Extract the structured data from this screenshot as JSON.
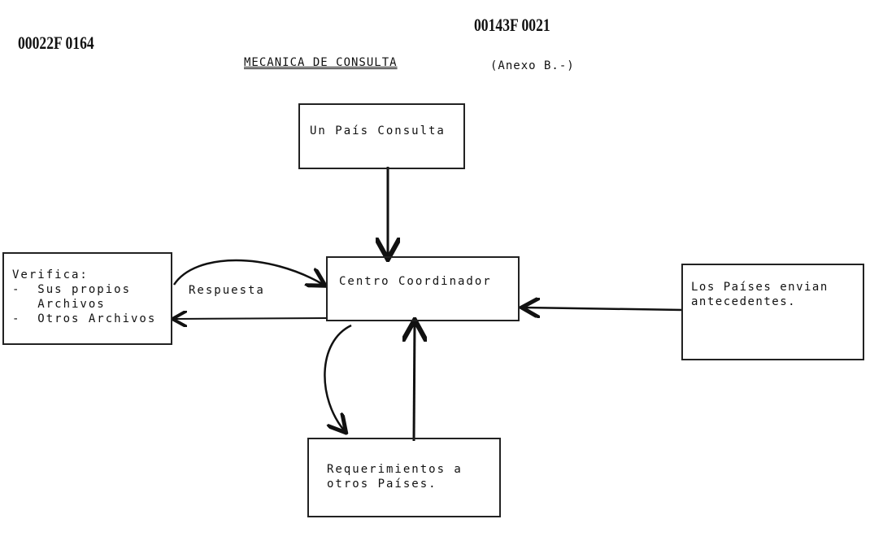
{
  "stamps": {
    "left": "00022F 0164",
    "right": "00143F 0021"
  },
  "title": "MECANICA DE CONSULTA",
  "subtitle": "(Anexo B.-)",
  "nodes": {
    "consulta": "Un País Consulta",
    "centro": "Centro Coordinador",
    "verifica": {
      "head": "Verifica:",
      "l1": "-  Sus propios",
      "l2": "   Archivos",
      "l3": "-  Otros Archivos"
    },
    "paises": {
      "l1": "Los Países envian",
      "l2": "antecedentes."
    },
    "requerimientos": {
      "l1": "Requerimientos a",
      "l2": "otros Países."
    }
  },
  "edges": {
    "respuesta": "Respuesta"
  }
}
